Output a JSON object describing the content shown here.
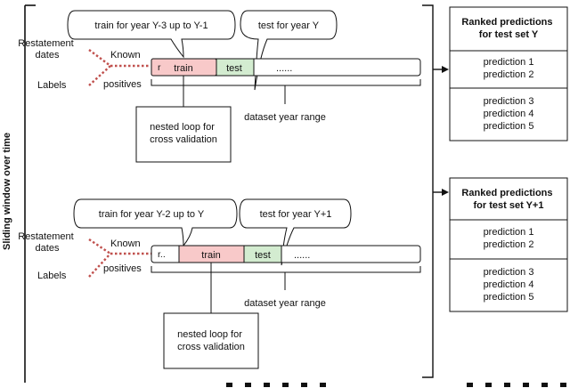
{
  "sliding_window_label": "Sliding window over time",
  "side_labels": {
    "restatement": "Restatement\ndates",
    "labels": "Labels",
    "known": "Known",
    "positives": "positives"
  },
  "windows": [
    {
      "train_bubble": "train for year Y-3 up to Y-1",
      "test_bubble": "test for year Y",
      "start_marker": "r",
      "train_label": "train",
      "test_label": "test",
      "rest_label": "......",
      "range_label": "dataset year range",
      "nested_box": "nested loop for\ncross validation"
    },
    {
      "train_bubble": "train for year Y-2 up to Y",
      "test_bubble": "test for year Y+1",
      "start_marker": "r..",
      "train_label": "train",
      "test_label": "test",
      "rest_label": "......",
      "range_label": "dataset year range",
      "nested_box": "nested loop for\ncross validation"
    }
  ],
  "prediction_panels": [
    {
      "title": "Ranked predictions\nfor test set Y",
      "groups": [
        [
          "prediction 1",
          "prediction 2"
        ],
        [
          "prediction 3",
          "prediction 4",
          "prediction 5"
        ]
      ]
    },
    {
      "title": "Ranked predictions\nfor test set Y+1",
      "groups": [
        [
          "prediction 1",
          "prediction 2"
        ],
        [
          "prediction 3",
          "prediction 4",
          "prediction 5"
        ]
      ]
    }
  ],
  "colors": {
    "train_fill": "#f8c9c9",
    "test_fill": "#d3ecd0",
    "dotted_line": "#c0504d",
    "stroke": "#111111"
  }
}
